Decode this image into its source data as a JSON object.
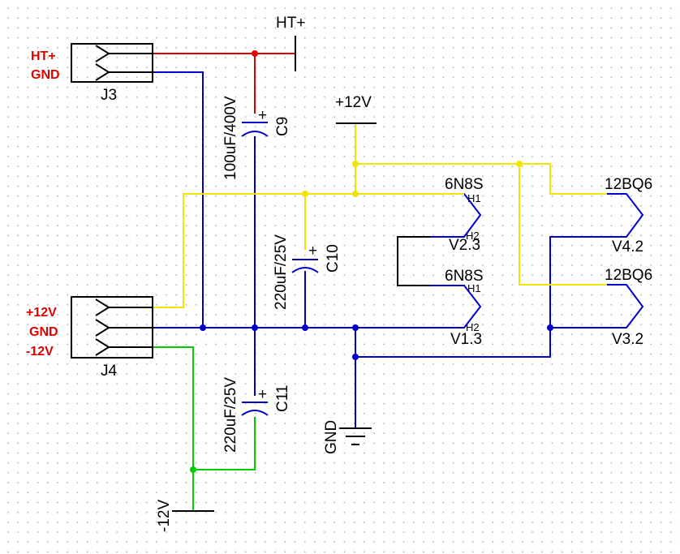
{
  "power": {
    "ht_plus": "HT+",
    "plus_12v": "+12V",
    "minus_12v": "-12V",
    "gnd": "GND"
  },
  "connectors": {
    "j3": {
      "ref": "J3",
      "pins": [
        "HT+",
        "GND"
      ]
    },
    "j4": {
      "ref": "J4",
      "pins": [
        "+12V",
        "GND",
        "-12V"
      ]
    }
  },
  "capacitors": {
    "c9": {
      "ref": "C9",
      "value": "100uF/400V"
    },
    "c10": {
      "ref": "C10",
      "value": "220uF/25V"
    },
    "c11": {
      "ref": "C11",
      "value": "220uF/25V"
    }
  },
  "heaters": [
    {
      "type": "6N8S",
      "ref": "V2.3",
      "h1": "H1",
      "h2": "H2"
    },
    {
      "type": "6N8S",
      "ref": "V1.3",
      "h1": "H1",
      "h2": "H2"
    },
    {
      "type": "12BQ6",
      "ref": "V4.2"
    },
    {
      "type": "12BQ6",
      "ref": "V3.2"
    }
  ],
  "plus_sign": "+",
  "colors": {
    "ground_net": "#0000c8",
    "ht_net": "#e00000",
    "plus12_net": "#f0e600",
    "minus12_net": "#00cc00",
    "symbol": "#000000"
  }
}
